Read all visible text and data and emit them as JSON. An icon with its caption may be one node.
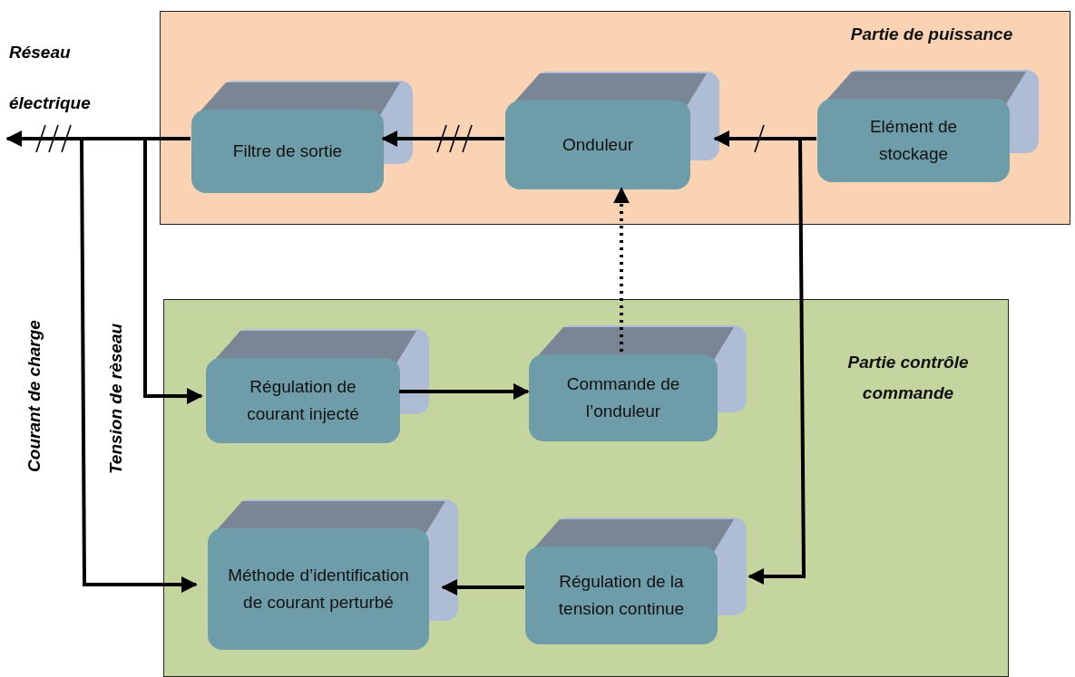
{
  "diagram": {
    "nodes": [
      {
        "text": [
          "Partie de puissance"
        ]
      },
      {
        "text": [
          "Filtre de sortie"
        ],
        "in": 0
      },
      {
        "text": [
          "Onduleur"
        ],
        "in": 0
      },
      {
        "text": [
          "Elément de stockage"
        ],
        "in": 0
      },
      {
        "text": [
          "Partie contrôle commande"
        ]
      },
      {
        "text": [
          "Régulation de courant injecté"
        ],
        "in": 4
      },
      {
        "text": [
          "Commande de l’onduleur"
        ],
        "in": 4
      },
      {
        "text": [
          "Méthode d’identification de courant perturbé"
        ],
        "in": 4
      },
      {
        "text": [
          "Régulation de la tension continue"
        ],
        "in": 4
      },
      {
        "text": [
          "Réseau électrique"
        ]
      }
    ],
    "edges": [
      {
        "from": 1,
        "to": 9,
        "arrow": "to"
      },
      {
        "from": 2,
        "to": 1,
        "arrow": "to"
      },
      {
        "from": 3,
        "to": 2,
        "arrow": "to"
      },
      {
        "from": 6,
        "to": 2,
        "arrow": "to",
        "style": "dashed"
      },
      {
        "from": 5,
        "to": 6,
        "arrow": "to"
      },
      {
        "from": 8,
        "to": 7,
        "arrow": "to"
      },
      {
        "from": 3,
        "to": 8,
        "arrow": "to"
      },
      {
        "from": 1,
        "to": 5,
        "arrow": "to",
        "label": "Tension de rèseau"
      },
      {
        "from": 1,
        "to": 7,
        "arrow": "to",
        "label": "Courant de charge"
      }
    ]
  }
}
